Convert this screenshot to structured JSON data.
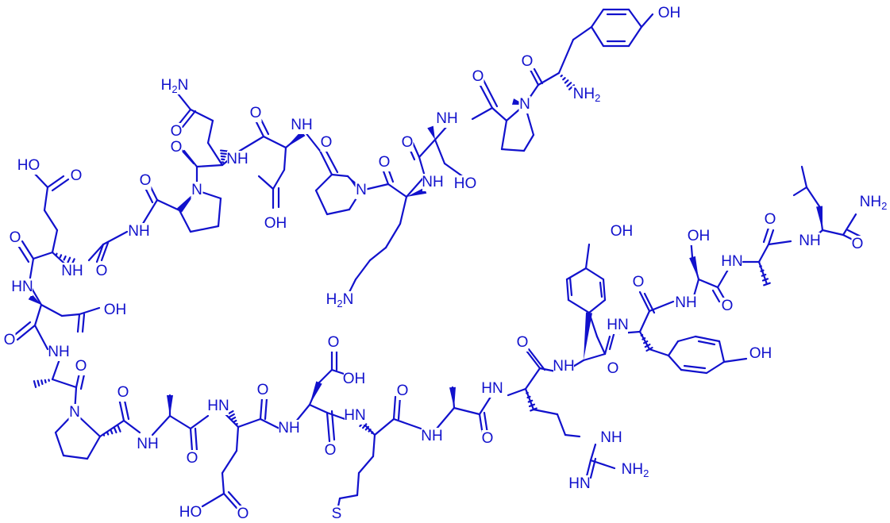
{
  "structure": {
    "type": "peptide-skeletal-formula",
    "color": "#1111cc",
    "labels": {
      "OH": "OH",
      "O": "O",
      "NH": "NH",
      "HN": "HN",
      "H": "H",
      "N": "N",
      "NH2": "NH2",
      "H2N": "H2N",
      "HO": "HO",
      "S": "S",
      "two": "2"
    }
  }
}
